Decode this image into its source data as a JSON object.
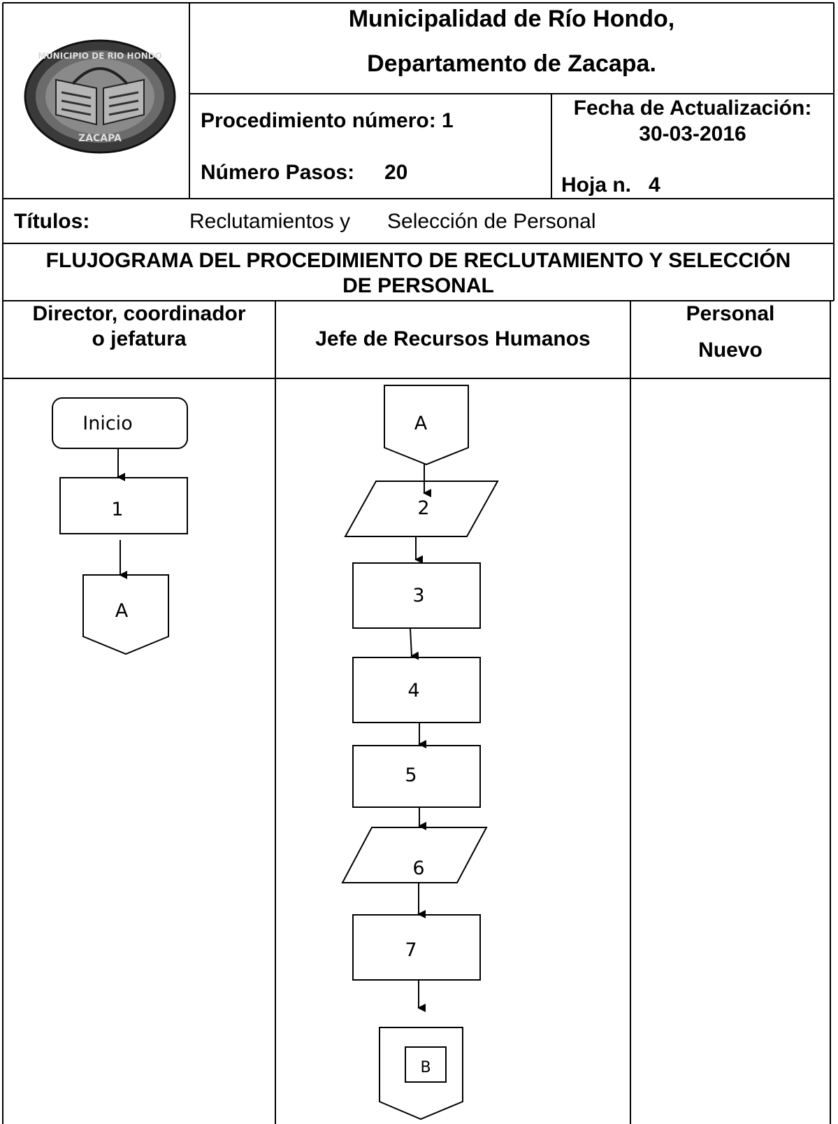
{
  "header": {
    "municipality": "Municipalidad de Río Hondo,",
    "department": "Departamento de Zacapa.",
    "procedure_label": "Procedimiento número: 1",
    "steps_label": "Número Pasos:",
    "steps_value": "20",
    "update_label": "Fecha de Actualización:",
    "update_date": "30-03-2016",
    "sheet_label": "Hoja n.",
    "sheet_value": "4"
  },
  "logo": {
    "top_text": "MUNICIPIO DE RIO HONDO",
    "bottom_text": "ZACAPA"
  },
  "titles": {
    "label": "Títulos:",
    "value_part1": "Reclutamientos y",
    "value_part2": "Selección de Personal"
  },
  "flowchart": {
    "heading_line1": "FLUJOGRAMA DEL PROCEDIMIENTO DE RECLUTAMIENTO Y SELECCIÓN",
    "heading_line2": "DE PERSONAL",
    "lanes": [
      {
        "line1": "Director, coordinador",
        "line2": "o jefatura"
      },
      {
        "line1": "Jefe de Recursos Humanos",
        "line2": ""
      },
      {
        "line1": "Personal",
        "line2": "Nuevo"
      }
    ],
    "nodes": {
      "start": "Inicio",
      "step1": "1",
      "connector_a_out": "A",
      "connector_a_in": "A",
      "step2": "2",
      "step3": "3",
      "step4": "4",
      "step5": "5",
      "step6": "6",
      "step7": "7",
      "connector_b": "B"
    }
  }
}
